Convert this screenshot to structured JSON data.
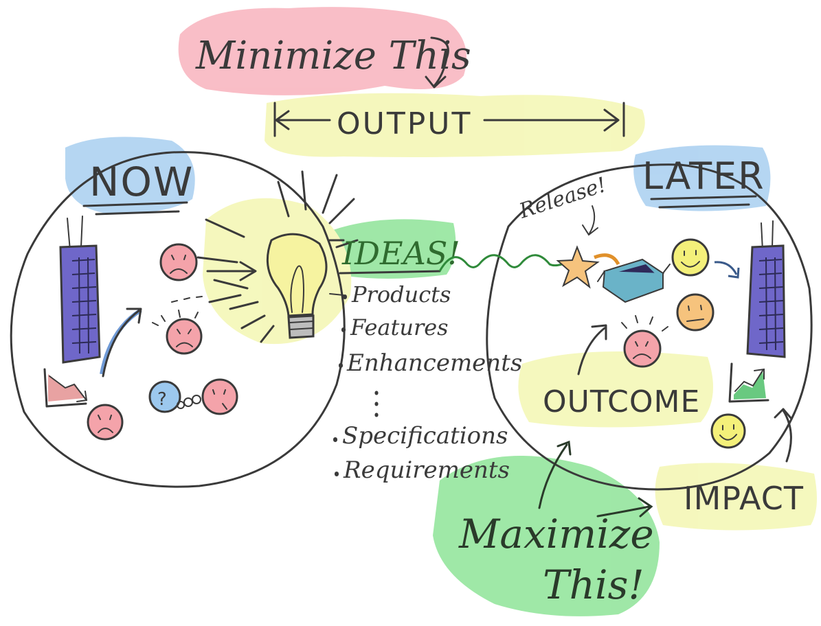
{
  "labels": {
    "minimize": "Minimize This",
    "output": "OUTPUT",
    "now": "NOW",
    "later": "LATER",
    "release": "Release!",
    "ideas": "IDEAS!",
    "outcome": "OUTCOME",
    "impact": "IMPACT",
    "maximize_line1": "Maximize",
    "maximize_line2": "This!"
  },
  "idea_list": [
    "Products",
    "Features",
    "Enhancements",
    "Specifications",
    "Requirements"
  ],
  "colors": {
    "pink_highlight": "#f7a8b4",
    "yellow_highlight": "#f2f5a8",
    "blue_highlight": "#9cc8ee",
    "green_highlight": "#7fe08a",
    "ink": "#3a3a3a",
    "building": "#6f67c9",
    "sad_face": "#f4a3aa",
    "happy_face": "#f4f07a",
    "neutral_face": "#f6c37d",
    "bulb": "#f6f3a0"
  },
  "icons": [
    "building-icon",
    "lightbulb-icon",
    "star-icon",
    "box-icon",
    "sad-face-icon",
    "happy-face-icon",
    "neutral-face-icon",
    "chart-icon"
  ]
}
